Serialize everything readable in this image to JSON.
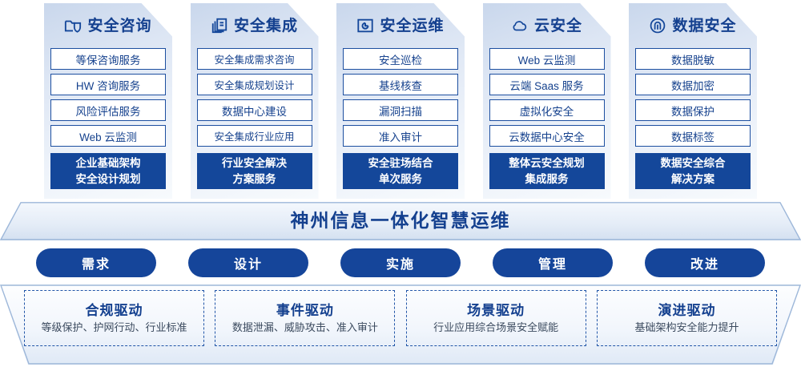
{
  "columns": [
    {
      "icon": "folder-shield-icon",
      "title": "安全咨询",
      "items": [
        "等保咨询服务",
        "HW 咨询服务",
        "风险评估服务",
        "Web 云监测"
      ],
      "summary_lines": [
        "企业基础架构",
        "安全设计规划"
      ]
    },
    {
      "icon": "stacked-documents-icon",
      "title": "安全集成",
      "items": [
        "安全集成需求咨询",
        "安全集成规划设计",
        "数据中心建设",
        "安全集成行业应用"
      ],
      "summary_lines": [
        "行业安全解决",
        "方案服务"
      ]
    },
    {
      "icon": "monitor-chart-icon",
      "title": "安全运维",
      "items": [
        "安全巡检",
        "基线核查",
        "漏洞扫描",
        "准入审计"
      ],
      "summary_lines": [
        "安全驻场结合",
        "单次服务"
      ]
    },
    {
      "icon": "cloud-icon",
      "title": "云安全",
      "items": [
        "Web 云监测",
        "云端 Saas 服务",
        "虚拟化安全",
        "云数据中心安全"
      ],
      "summary_lines": [
        "整体云安全规划",
        "集成服务"
      ]
    },
    {
      "icon": "fingerprint-icon",
      "title": "数据安全",
      "items": [
        "数据脱敏",
        "数据加密",
        "数据保护",
        "数据标签"
      ],
      "summary_lines": [
        "数据安全综合",
        "解决方案"
      ]
    }
  ],
  "band": {
    "title": "神州信息一体化智慧运维"
  },
  "pills": [
    {
      "label": "需求"
    },
    {
      "label": "设计"
    },
    {
      "label": "实施"
    },
    {
      "label": "管理"
    },
    {
      "label": "改进"
    }
  ],
  "drivers": [
    {
      "title": "合规驱动",
      "desc": "等级保护、护网行动、行业标准"
    },
    {
      "title": "事件驱动",
      "desc": "数据泄漏、威胁攻击、准入审计"
    },
    {
      "title": "场景驱动",
      "desc": "行业应用综合场景安全赋能"
    },
    {
      "title": "演进驱动",
      "desc": "基础架构安全能力提升"
    }
  ],
  "colors": {
    "brand_blue": "#14408f",
    "panel_blue": "#14479a",
    "item_border": "#1d4fa0",
    "dashed_border": "#2256a8",
    "desc_text": "#3b4a5e"
  }
}
